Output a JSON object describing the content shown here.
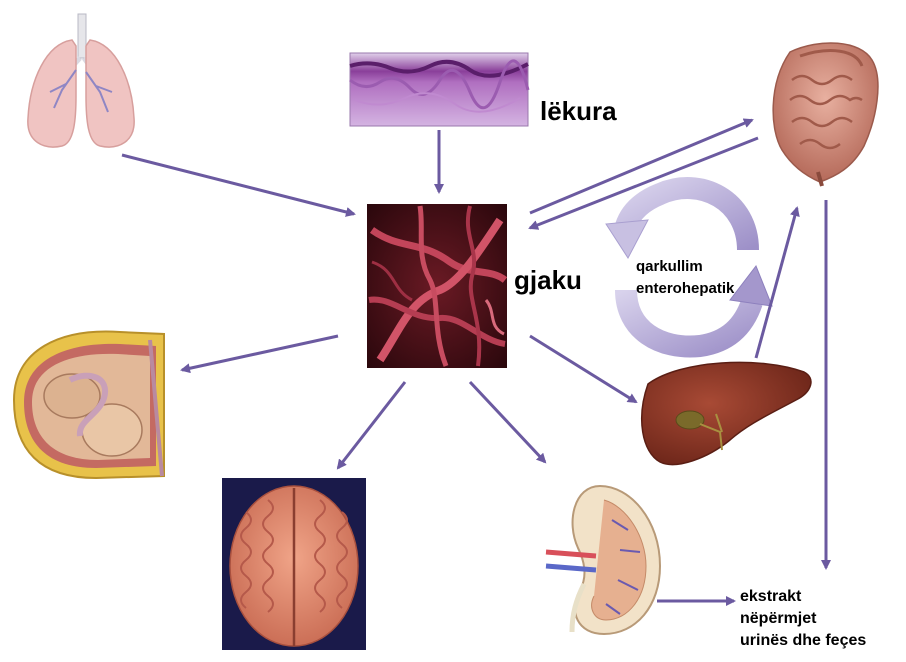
{
  "labels": {
    "skin": "lëkura",
    "blood": "gjaku",
    "cycle_line1": "qarkullim",
    "cycle_line2": "enterohepatik",
    "excretion_line1": "ekstrakt",
    "excretion_line2": "nëpërmjet",
    "excretion_line3": "urinës dhe feçes"
  },
  "colors": {
    "arrow": "#6b5aa0",
    "cycle_arrow": "#b7aed6",
    "blood_dark": "#3a0d12",
    "blood_vessel": "#c2455a",
    "brain_bg": "#1a1a4a",
    "skin_tissue": "#c9a2d6"
  },
  "icons": [
    "lungs-icon",
    "skin-tissue-icon",
    "intestines-icon",
    "blood-vessels-icon",
    "fetus-womb-icon",
    "brain-icon",
    "liver-icon",
    "kidney-icon",
    "enterohepatic-cycle-icon"
  ]
}
